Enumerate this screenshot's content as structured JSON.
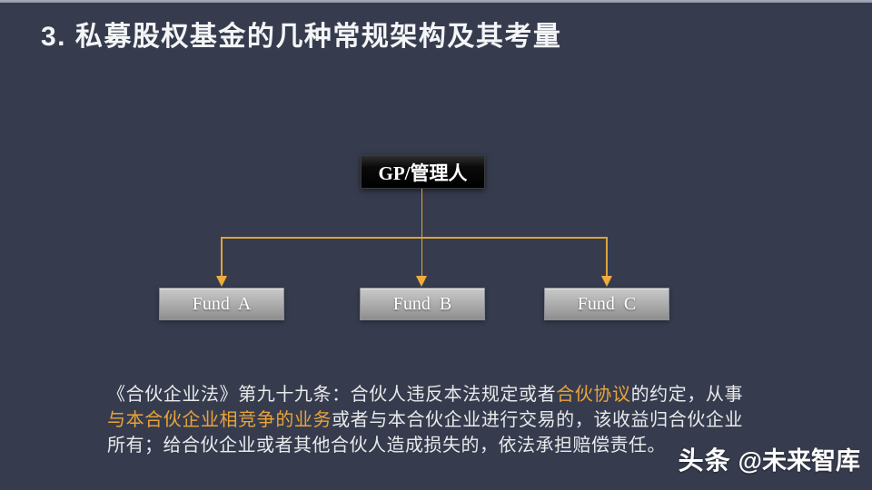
{
  "slide": {
    "title": "3. 私募股权基金的几种常规架构及其考量",
    "background_color": "#363c4e",
    "accent_color": "#dca43c",
    "top_strip_color": "#9ea3ae"
  },
  "diagram": {
    "root": {
      "label": "GP/管理人",
      "fill": "#000000",
      "text_color": "#ffffff"
    },
    "children": [
      {
        "label": "Fund  A",
        "fill": "#a9a9a9",
        "text_color": "#ffffff"
      },
      {
        "label": "Fund  B",
        "fill": "#a9a9a9",
        "text_color": "#ffffff"
      },
      {
        "label": "Fund  C",
        "fill": "#a9a9a9",
        "text_color": "#ffffff"
      }
    ],
    "connector_color": "#dca43c",
    "arrow_icon": "arrow-down-icon"
  },
  "note": {
    "segments": [
      {
        "text": "《合伙企业法》第九十九条：合伙人违反本法规定或者",
        "color": "#e8e9ea"
      },
      {
        "text": "合伙协议",
        "color": "#e8a33b"
      },
      {
        "text": "的约定，从事",
        "color": "#e8e9ea"
      },
      {
        "text": "与本合伙企业相竞争的业务",
        "color": "#e8a33b"
      },
      {
        "text": "或者与本合伙企业进行交易的，该收益归合伙企业所有；给合伙企业或者其他合伙人造成损失的，依法承担赔偿责任。",
        "color": "#e8e9ea"
      }
    ]
  },
  "watermark": {
    "brand": "头条",
    "handle": "@未来智库"
  }
}
